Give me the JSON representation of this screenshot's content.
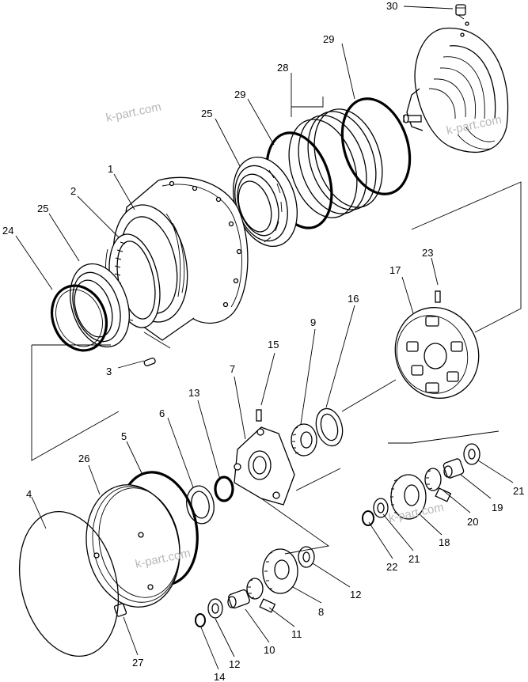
{
  "part_numbers": [
    "1",
    "2",
    "3",
    "4",
    "5",
    "6",
    "7",
    "8",
    "9",
    "10",
    "11",
    "12",
    "13",
    "14",
    "15",
    "16",
    "17",
    "18",
    "19",
    "20",
    "21",
    "22",
    "23",
    "24",
    "25",
    "26",
    "27",
    "28",
    "29",
    "30"
  ],
  "labels": {
    "l30": "30",
    "l29a": "29",
    "l28": "28",
    "l29b": "29",
    "l25a": "25",
    "l1": "1",
    "l2": "2",
    "l25b": "25",
    "l24": "24",
    "l23": "23",
    "l17": "17",
    "l16": "16",
    "l15": "15",
    "l9": "9",
    "l3": "3",
    "l13": "13",
    "l7": "7",
    "l6": "6",
    "l5": "5",
    "l26": "26",
    "l4": "4",
    "l21a": "21",
    "l19": "19",
    "l20": "20",
    "l18": "18",
    "l21b": "21",
    "l22": "22",
    "l12a": "12",
    "l8": "8",
    "l11": "11",
    "l10": "10",
    "l12b": "12",
    "l14": "14",
    "l27": "27"
  },
  "watermarks": {
    "w1": "k-part.com",
    "w2": "k-part.com",
    "w3": "k-part.com",
    "w4": "k-part.com"
  }
}
